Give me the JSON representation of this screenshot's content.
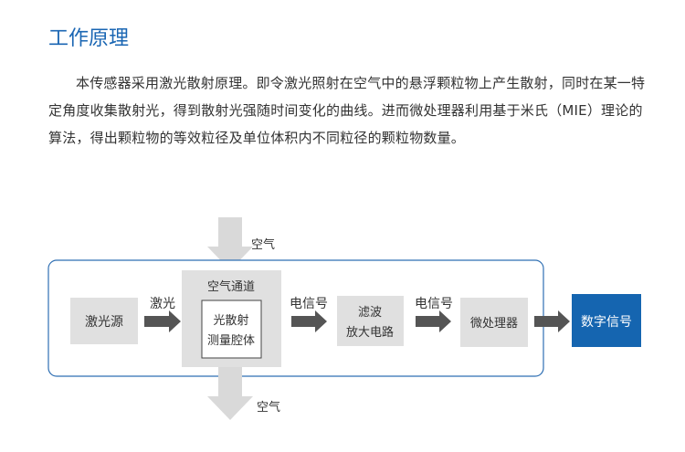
{
  "title": "工作原理",
  "paragraph": "本传感器采用激光散射原理。即令激光照射在空气中的悬浮颗粒物上产生散射，同时在某一特定角度收集散射光，得到散射光强随时间变化的曲线。进而微处理器利用基于米氏（MIE）理论的算法，得出颗粒物的等效粒径及单位体积内不同粒径的颗粒物数量。",
  "diagram": {
    "air_in_label": "空气",
    "air_out_label": "空气",
    "laser_source": "激光源",
    "laser_label": "激光",
    "air_channel": "空气通道",
    "chamber_line1": "光散射",
    "chamber_line2": "测量腔体",
    "signal_label_1": "电信号",
    "filter_line1": "滤波",
    "filter_line2": "放大电路",
    "signal_label_2": "电信号",
    "microprocessor": "微处理器",
    "digital_signal": "数字信号",
    "colors": {
      "frame": "#2f6fb3",
      "box": "#e0e0e0",
      "arrow": "#555555",
      "air_arrow": "#d9d9d9",
      "output_box": "#1565b0",
      "output_text": "#ffffff"
    }
  }
}
